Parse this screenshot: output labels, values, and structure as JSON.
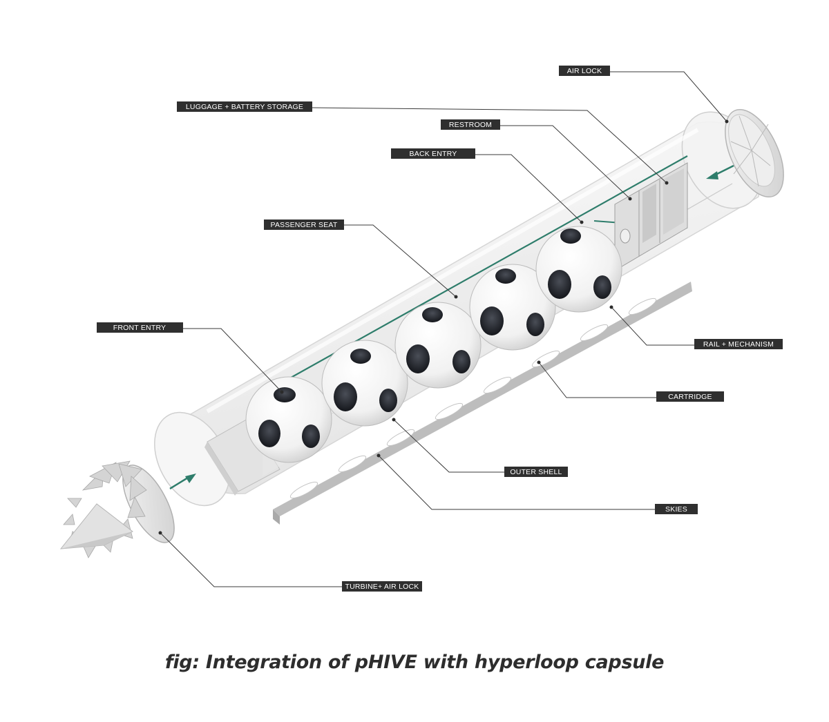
{
  "labels": {
    "air_lock": "AIR LOCK",
    "luggage": "LUGGAGE + BATTERY STORAGE",
    "restroom": "RESTROOM",
    "back_entry": "BACK ENTRY",
    "passenger_seat": "PASSENGER SEAT",
    "front_entry": "FRONT ENTRY",
    "rail": "RAIL + MECHANISM",
    "cartridge": "CARTRIDGE",
    "outer_shell": "OUTER SHELL",
    "skies": "SKIES",
    "turbine": "TURBINE+ AIR LOCK"
  },
  "caption": "fig: Integration of pHIVE with  hyperloop capsule",
  "colors": {
    "accent": "#2e7d6b",
    "label_bg": "#2f2f2f",
    "label_text": "#ffffff",
    "caption": "#2d2d2d"
  }
}
